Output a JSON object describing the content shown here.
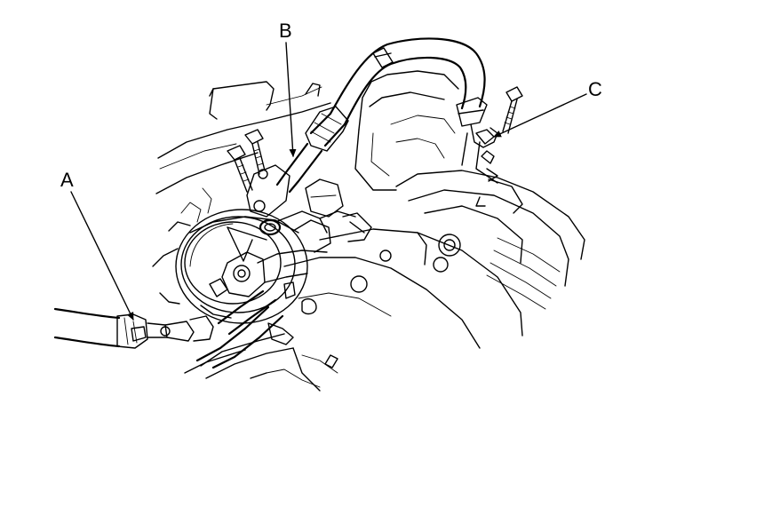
{
  "callouts": {
    "a": {
      "label": "A"
    },
    "b": {
      "label": "B"
    },
    "c": {
      "label": "C"
    }
  },
  "colors": {
    "line": "#000000",
    "background": "#ffffff"
  }
}
